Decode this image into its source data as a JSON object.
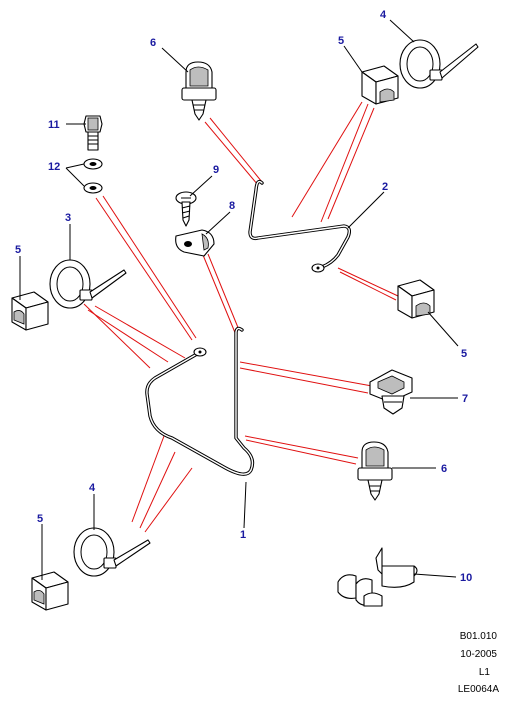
{
  "diagram": {
    "callouts": {
      "c1": "1",
      "c2": "2",
      "c3": "3",
      "c4a": "4",
      "c4b": "4",
      "c5a": "5",
      "c5b": "5",
      "c5c": "5",
      "c5d": "5",
      "c6a": "6",
      "c6b": "6",
      "c7": "7",
      "c8": "8",
      "c9": "9",
      "c10": "10",
      "c11": "11",
      "c12": "12"
    },
    "footer": {
      "ref": "B01.010",
      "date": "10-2005",
      "level": "L1",
      "code": "LE0064A"
    },
    "colors": {
      "callout_text": "#1a1aa0",
      "link_lines": "#e01010",
      "outline": "#000000"
    }
  }
}
